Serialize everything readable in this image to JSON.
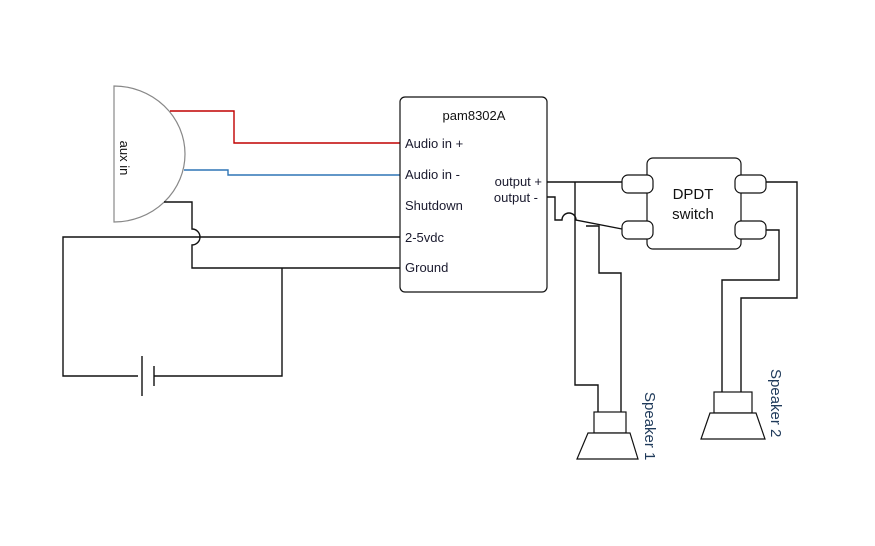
{
  "aux": {
    "label": "aux in"
  },
  "amp": {
    "title": "pam8302A",
    "pins": {
      "audio_in_plus": "Audio in +",
      "audio_in_minus": "Audio in -",
      "shutdown": "Shutdown",
      "vdc": "2-5vdc",
      "ground": "Ground",
      "output_plus": "output +",
      "output_minus": "output -"
    }
  },
  "switch": {
    "line1": "DPDT",
    "line2": "switch"
  },
  "speakers": [
    {
      "label": "Speaker 1"
    },
    {
      "label": "Speaker 2"
    }
  ],
  "colors": {
    "positive_wire": "#c00000",
    "negative_wire": "#2e75b6",
    "wire": "#111111",
    "aux_outline": "#888888"
  }
}
